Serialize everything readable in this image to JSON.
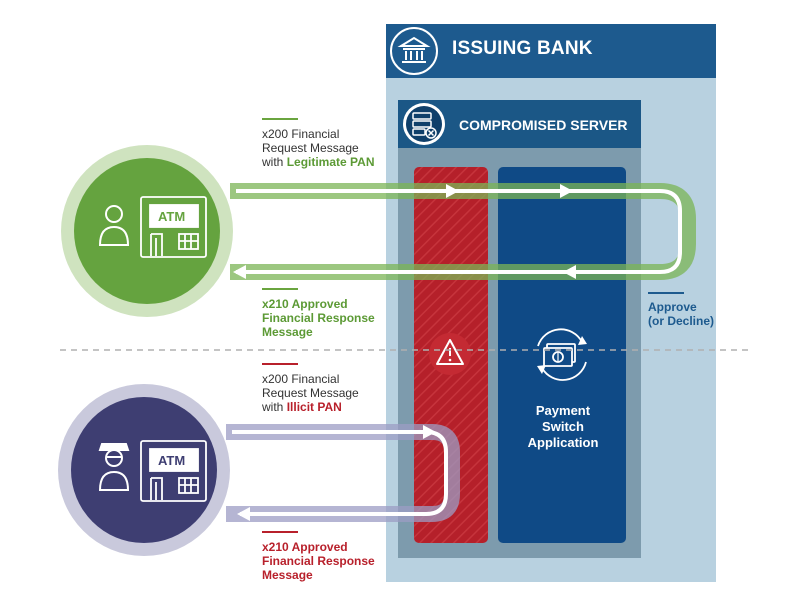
{
  "bank": {
    "title": "ISSUING BANK"
  },
  "server": {
    "title": "COMPROMISED SERVER"
  },
  "app": {
    "line1": "Payment",
    "line2": "Switch",
    "line3": "Application"
  },
  "approve": {
    "line1": "Approve",
    "line2": "(or Decline)"
  },
  "atm": {
    "top_label": "ATM",
    "bottom_label": "ATM"
  },
  "legit_request": {
    "line1": "x200 Financial",
    "line2": "Request Message",
    "line3_prefix": "with ",
    "line3_highlight": "Legitimate PAN"
  },
  "legit_response": {
    "line1": "x210 Approved",
    "line2": "Financial Response",
    "line3": "Message"
  },
  "illicit_request": {
    "line1": "x200 Financial",
    "line2": "Request Message",
    "line3_prefix": "with ",
    "line3_highlight": "Illicit PAN"
  },
  "illicit_response": {
    "line1": "x210 Approved",
    "line2": "Financial Response",
    "line3": "Message"
  },
  "colors": {
    "bank_blue": "#1d5a8e",
    "bank_bg": "#b8d1e0",
    "server_bg": "#7d9bad",
    "green": "#6aa53f",
    "purple": "#3e3e72",
    "red": "#b8202b",
    "navy": "#0f4a86"
  },
  "icons": {
    "bank": "bank-building-icon",
    "server": "server-alert-icon",
    "warning": "warning-icon",
    "payment": "money-cycle-icon",
    "user": "user-icon",
    "hacker": "hacker-icon"
  }
}
